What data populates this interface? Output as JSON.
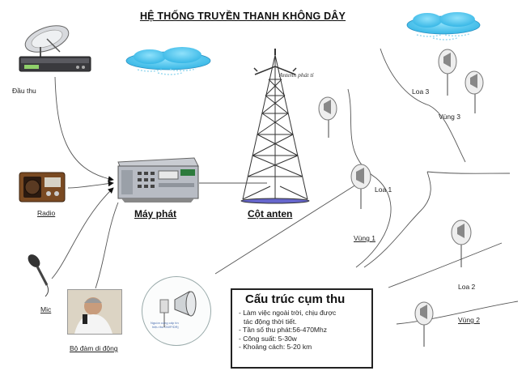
{
  "title": "HỆ THỐNG TRUYỀN THANH KHÔNG DÂY",
  "devices": {
    "receiver": "Đầu thu",
    "radio": "Radio",
    "mic": "Mic",
    "walkie": "Bộ đàm di động",
    "transmitter": "Máy phát",
    "tower": "Cột anten",
    "antenna": "Antenn phát tí"
  },
  "speakers": {
    "loa1": "Loa 1",
    "loa2": "Loa 2",
    "loa3": "Loa 3"
  },
  "zones": {
    "vung1": "Vùng 1",
    "vung2": "Vùng 2",
    "vung3": "Vùng 3"
  },
  "cluster": {
    "title": "Cấu trúc cụm thu",
    "lines": [
      "- Làm việc ngoài trời, chịu được",
      "  tác động thời tiết.",
      "- Tần số thu phát:56-470Mhz",
      "- Công suất: 5-30w",
      "- Khoảng cách: 5-20 km"
    ]
  },
  "colors": {
    "cloud": "#4fc8f0",
    "line": "#444444",
    "arrow": "#111111"
  }
}
